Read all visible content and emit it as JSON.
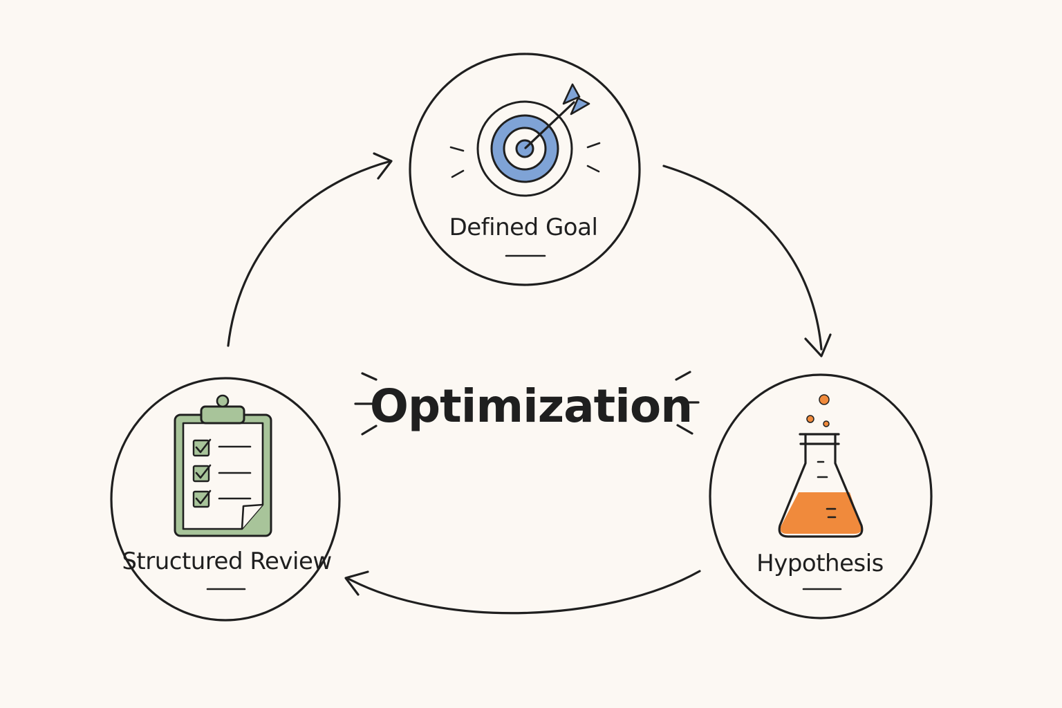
{
  "diagram": {
    "center": {
      "label": "Optimization"
    },
    "nodes": [
      {
        "id": "goal",
        "label": "Defined Goal",
        "icon": "target-icon",
        "accent": "#7fa3d6"
      },
      {
        "id": "hypothesis",
        "label": "Hypothesis",
        "icon": "flask-icon",
        "accent": "#f08a3c"
      },
      {
        "id": "review",
        "label": "Structured Review",
        "icon": "clipboard-checklist-icon",
        "accent": "#a8c49a"
      }
    ],
    "cycle": [
      {
        "from": "goal",
        "to": "hypothesis"
      },
      {
        "from": "hypothesis",
        "to": "review"
      },
      {
        "from": "review",
        "to": "goal"
      }
    ]
  }
}
